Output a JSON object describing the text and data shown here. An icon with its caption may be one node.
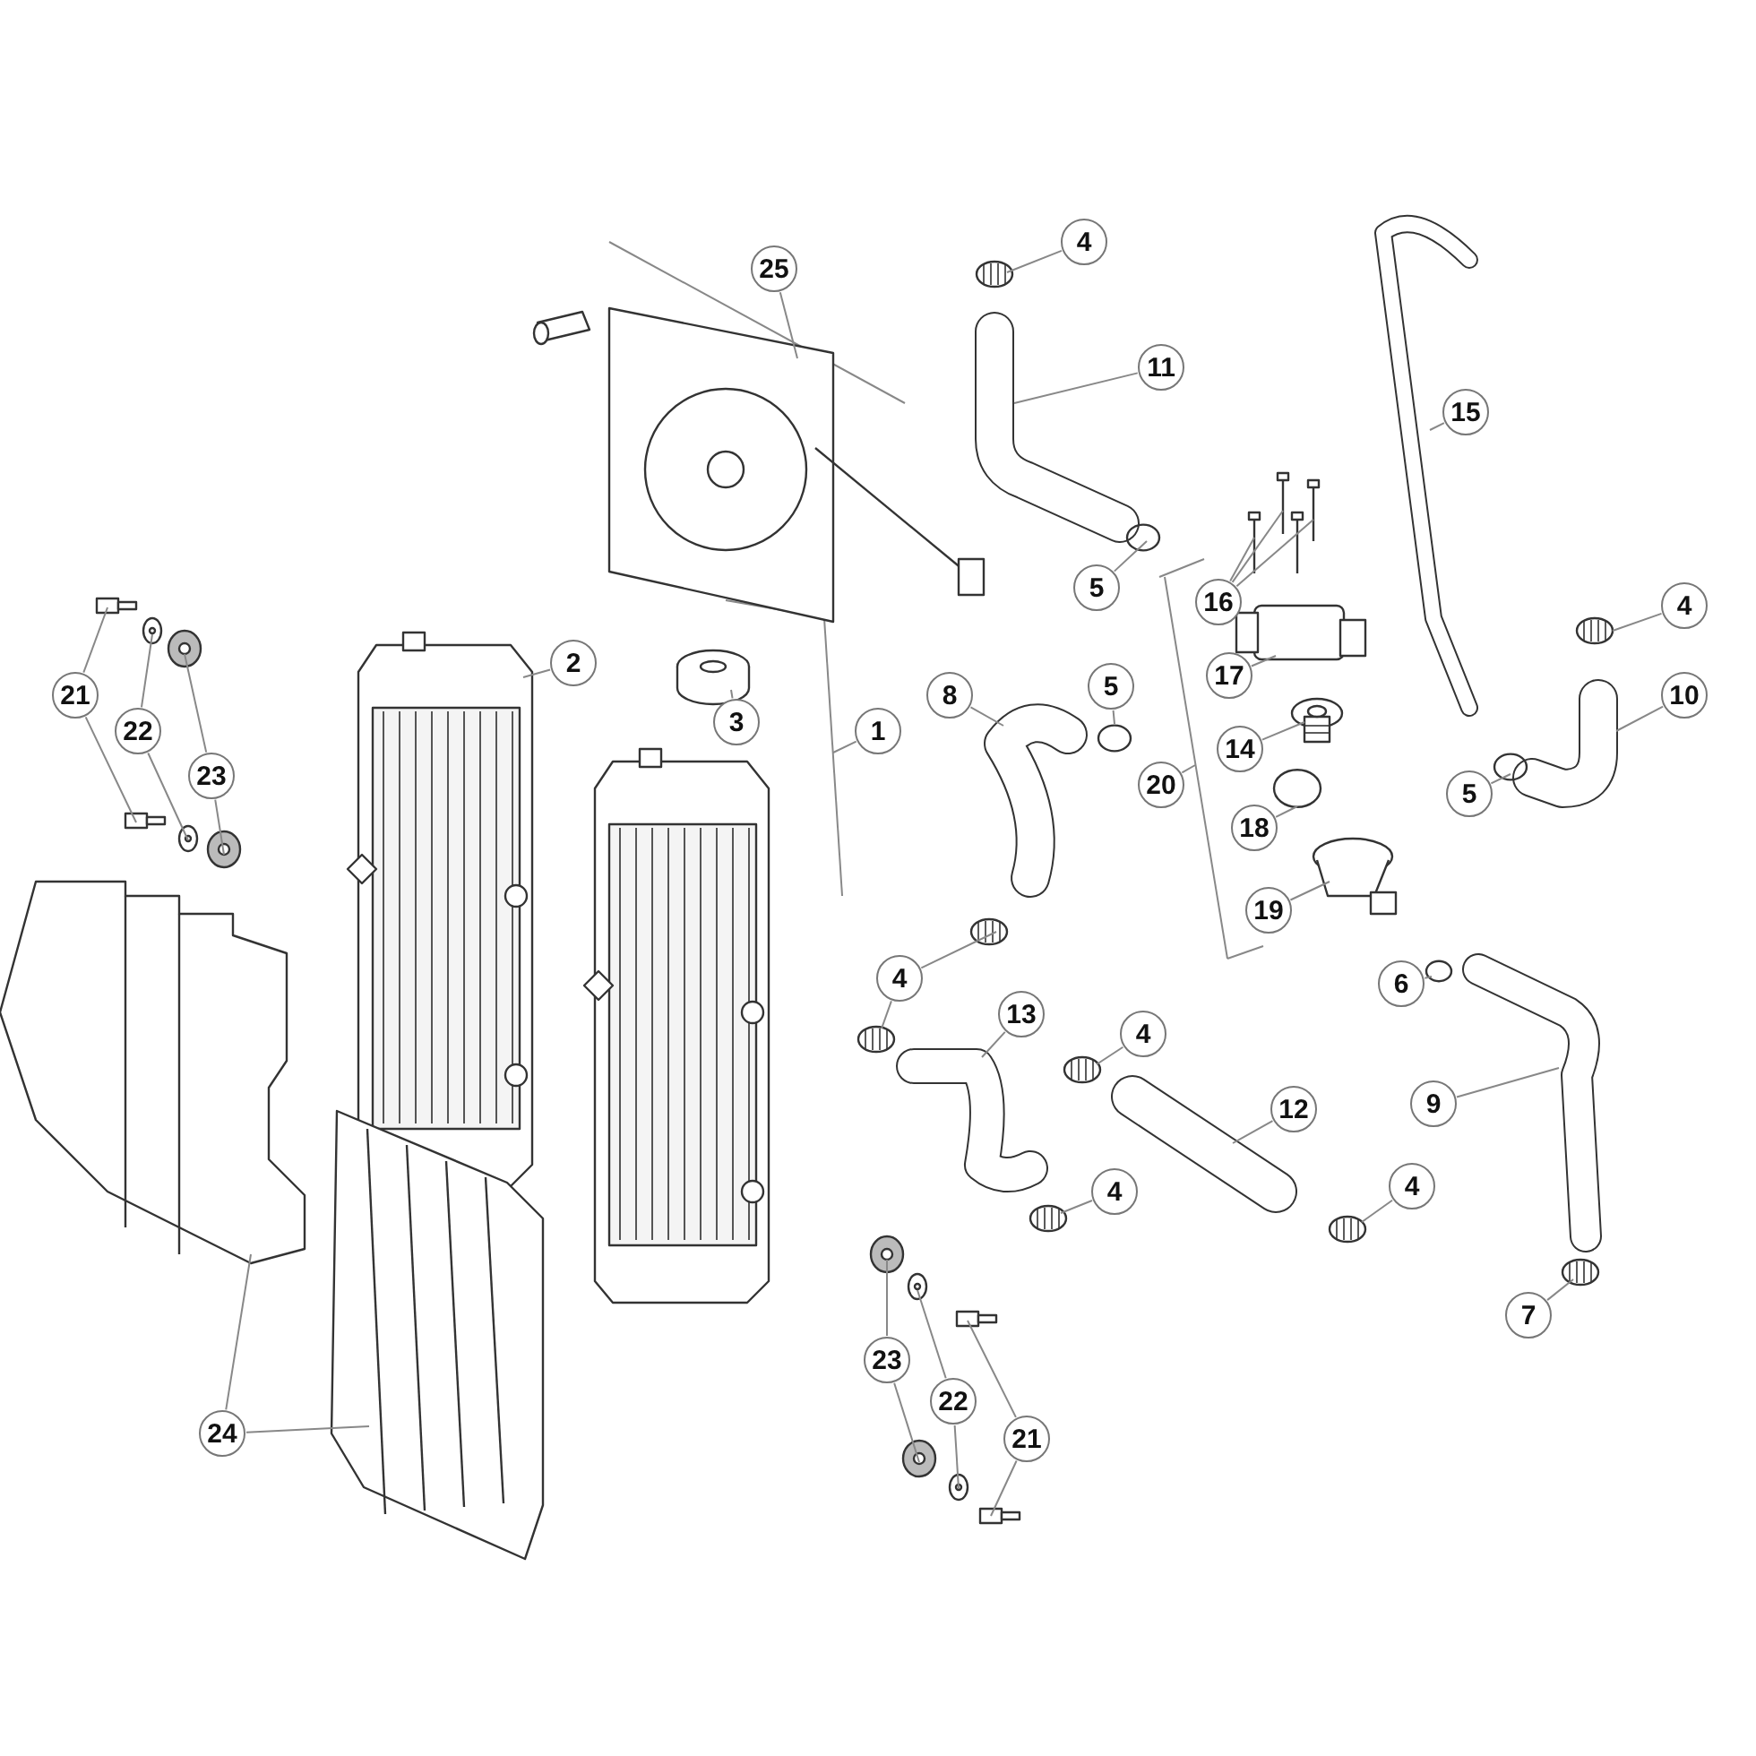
{
  "diagram": {
    "nodes": [
      {
        "text": [
          "25"
        ]
      },
      {
        "text": [
          "4"
        ]
      },
      {
        "text": [
          "11"
        ]
      },
      {
        "text": [
          "15"
        ]
      },
      {
        "text": [
          "5"
        ]
      },
      {
        "text": [
          "16"
        ]
      },
      {
        "text": [
          "4"
        ]
      },
      {
        "text": [
          "2"
        ]
      },
      {
        "text": [
          "3"
        ]
      },
      {
        "text": [
          "1"
        ]
      },
      {
        "text": [
          "8"
        ]
      },
      {
        "text": [
          "5"
        ]
      },
      {
        "text": [
          "17"
        ]
      },
      {
        "text": [
          "21"
        ]
      },
      {
        "text": [
          "22"
        ]
      },
      {
        "text": [
          "23"
        ]
      },
      {
        "text": [
          "10"
        ]
      },
      {
        "text": [
          "14"
        ]
      },
      {
        "text": [
          "20"
        ]
      },
      {
        "text": [
          "5"
        ]
      },
      {
        "text": [
          "18"
        ]
      },
      {
        "text": [
          "19"
        ]
      },
      {
        "text": [
          "4"
        ]
      },
      {
        "text": [
          "6"
        ]
      },
      {
        "text": [
          "13"
        ]
      },
      {
        "text": [
          "4"
        ]
      },
      {
        "text": [
          "12"
        ]
      },
      {
        "text": [
          "9"
        ]
      },
      {
        "text": [
          "4"
        ]
      },
      {
        "text": [
          "4"
        ]
      },
      {
        "text": [
          "23"
        ]
      },
      {
        "text": [
          "22"
        ]
      },
      {
        "text": [
          "21"
        ]
      },
      {
        "text": [
          "7"
        ]
      },
      {
        "text": [
          "24"
        ]
      },
      {
        "text": [],
        "shape": "picture"
      },
      {
        "text": [],
        "shape": "picture"
      },
      {
        "text": [],
        "shape": "picture"
      },
      {
        "text": [],
        "shape": "picture"
      },
      {
        "text": [],
        "shape": "circle"
      },
      {
        "text": [],
        "shape": "picture"
      },
      {
        "text": [],
        "shape": "picture"
      },
      {
        "text": [],
        "shape": "picture"
      },
      {
        "text": [],
        "shape": "picture"
      },
      {
        "text": [],
        "shape": "picture"
      },
      {
        "text": [],
        "shape": "picture"
      },
      {
        "text": [],
        "shape": "picture"
      },
      {
        "text": [],
        "shape": "circle"
      },
      {
        "text": [],
        "shape": "box"
      },
      {
        "text": [],
        "shape": "box"
      },
      {
        "text": [],
        "shape": "box"
      },
      {
        "text": [],
        "shape": "picture"
      },
      {
        "text": [],
        "shape": "picture"
      },
      {
        "text": [],
        "shape": "picture"
      },
      {
        "text": [],
        "shape": "picture"
      },
      {
        "text": [],
        "shape": "picture"
      },
      {
        "text": [],
        "shape": "picture"
      },
      {
        "text": [],
        "shape": "circle"
      },
      {
        "text": [],
        "shape": "circle"
      },
      {
        "text": [],
        "shape": "picture"
      },
      {
        "text": [],
        "shape": "picture"
      },
      {
        "text": [],
        "shape": "picture"
      },
      {
        "text": [],
        "shape": "circle"
      },
      {
        "text": [],
        "shape": "picture"
      },
      {
        "text": [],
        "shape": "picture"
      },
      {
        "text": [],
        "shape": "picture"
      },
      {
        "text": [],
        "shape": "picture"
      },
      {
        "text": [],
        "shape": "picture"
      },
      {
        "text": [],
        "shape": "picture"
      },
      {
        "text": [],
        "shape": "picture"
      },
      {
        "text": [],
        "shape": "picture"
      },
      {
        "text": [],
        "shape": "picture"
      },
      {
        "text": [],
        "shape": "picture"
      },
      {
        "text": [],
        "shape": "box"
      },
      {
        "text": [],
        "shape": "box"
      },
      {
        "text": [],
        "shape": "picture"
      },
      {
        "text": [],
        "shape": "picture"
      },
      {
        "text": [],
        "shape": "picture"
      }
    ],
    "edges": [
      {
        "from": 0,
        "to": 35,
        "arrow": "none"
      },
      {
        "from": 1,
        "to": 36,
        "arrow": "none"
      },
      {
        "from": 2,
        "to": 37,
        "arrow": "none"
      },
      {
        "from": 3,
        "to": 38,
        "arrow": "none"
      },
      {
        "from": 4,
        "to": 39,
        "arrow": "none"
      },
      {
        "from": 5,
        "to": 40,
        "arrow": "none"
      },
      {
        "from": 5,
        "to": 41,
        "arrow": "none"
      },
      {
        "from": 5,
        "to": 42,
        "arrow": "none"
      },
      {
        "from": 6,
        "to": 43,
        "arrow": "none"
      },
      {
        "from": 7,
        "to": 44,
        "arrow": "none"
      },
      {
        "from": 8,
        "to": 45,
        "arrow": "none"
      },
      {
        "from": 9,
        "to": null,
        "arrow": "none"
      },
      {
        "from": 10,
        "to": 46,
        "arrow": "none"
      },
      {
        "from": 11,
        "to": 47,
        "arrow": "none"
      },
      {
        "from": 12,
        "to": 48,
        "arrow": "none"
      },
      {
        "from": 13,
        "to": 49,
        "arrow": "none"
      },
      {
        "from": 13,
        "to": 50,
        "arrow": "none"
      },
      {
        "from": 14,
        "to": 51,
        "arrow": "none"
      },
      {
        "from": 14,
        "to": 52,
        "arrow": "none"
      },
      {
        "from": 15,
        "to": 53,
        "arrow": "none"
      },
      {
        "from": 15,
        "to": 54,
        "arrow": "none"
      },
      {
        "from": 16,
        "to": 55,
        "arrow": "none"
      },
      {
        "from": 17,
        "to": 56,
        "arrow": "none"
      },
      {
        "from": 18,
        "to": null,
        "arrow": "none"
      },
      {
        "from": 19,
        "to": 57,
        "arrow": "none"
      },
      {
        "from": 20,
        "to": 58,
        "arrow": "none"
      },
      {
        "from": 21,
        "to": 59,
        "arrow": "none"
      },
      {
        "from": 22,
        "to": 60,
        "arrow": "none"
      },
      {
        "from": 22,
        "to": 61,
        "arrow": "none"
      },
      {
        "from": 23,
        "to": 62,
        "arrow": "none"
      },
      {
        "from": 24,
        "to": 63,
        "arrow": "none"
      },
      {
        "from": 25,
        "to": 64,
        "arrow": "none"
      },
      {
        "from": 26,
        "to": 65,
        "arrow": "none"
      },
      {
        "from": 27,
        "to": 66,
        "arrow": "none"
      },
      {
        "from": 28,
        "to": 67,
        "arrow": "none"
      },
      {
        "from": 29,
        "to": 68,
        "arrow": "none"
      },
      {
        "from": 30,
        "to": 69,
        "arrow": "none"
      },
      {
        "from": 30,
        "to": 70,
        "arrow": "none"
      },
      {
        "from": 31,
        "to": 71,
        "arrow": "none"
      },
      {
        "from": 31,
        "to": 72,
        "arrow": "none"
      },
      {
        "from": 32,
        "to": 73,
        "arrow": "none"
      },
      {
        "from": 32,
        "to": 74,
        "arrow": "none"
      },
      {
        "from": 33,
        "to": 75,
        "arrow": "none"
      },
      {
        "from": 34,
        "to": 76,
        "arrow": "none"
      },
      {
        "from": 34,
        "to": 77,
        "arrow": "none"
      }
    ]
  }
}
